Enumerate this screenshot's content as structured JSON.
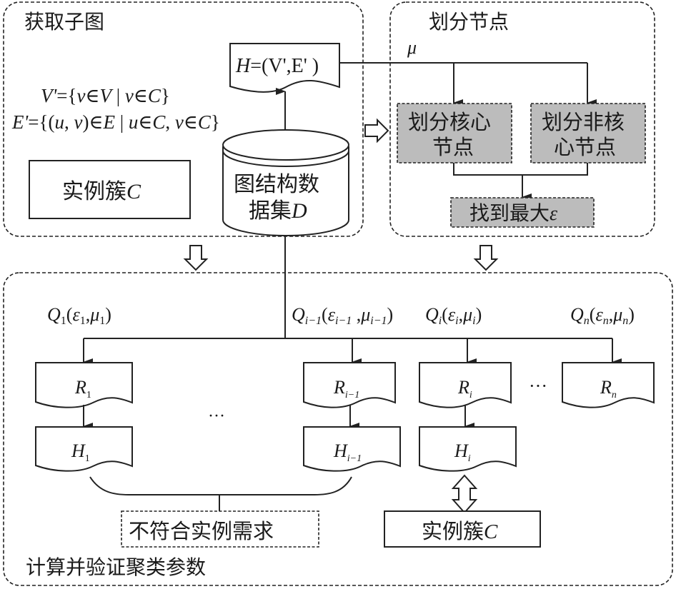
{
  "groups": {
    "get_subgraph": {
      "title": "获取子图"
    },
    "partition_nodes": {
      "title": "划分节点"
    },
    "compute_verify": {
      "title": "计算并验证聚类参数"
    }
  },
  "subgraph": {
    "doc_H": {
      "prefix": "H",
      "rest": "=(V',E' )"
    },
    "formula_v": {
      "lhs": "V'",
      "eq": "={",
      "v1": "v",
      "in1": "∈",
      "V": "V",
      "bar": " | ",
      "v2": "v",
      "in2": "∈",
      "C": "C",
      "close": "}"
    },
    "formula_e": {
      "lhs": "E'",
      "eq": "={(",
      "u": "u",
      "comma": ", ",
      "v": "v",
      "close1": ")∈",
      "E": "E",
      "bar": " | ",
      "u2": "u",
      "in2": "∈",
      "C1": "C",
      "comma2": ", ",
      "v2": "v",
      "in3": "∈",
      "C2": "C",
      "close": "}"
    },
    "instance_cluster": {
      "cn": "实例簇",
      "var": "C"
    },
    "dataset": {
      "line1": "图结构数",
      "line2_cn": "据集",
      "line2_var": "D"
    }
  },
  "partition": {
    "mu_label": "μ",
    "core": {
      "line1": "划分核心",
      "line2": "节点"
    },
    "noncore": {
      "line1": "划分非核",
      "line2": "心节点"
    },
    "find_max": {
      "cn": "找到最大",
      "var": "ε"
    }
  },
  "compute": {
    "params": [
      {
        "Q": "Q",
        "sub": "1",
        "eps": "ε",
        "eps_sub": "1",
        "mu": "μ",
        "mu_sub": "1"
      },
      {
        "Q": "Q",
        "sub": "i−1",
        "eps": "ε",
        "eps_sub": "i−1",
        "mu": "μ",
        "mu_sub": "i−1"
      },
      {
        "Q": "Q",
        "sub": "i",
        "eps": "ε",
        "eps_sub": "i",
        "mu": "μ",
        "mu_sub": "i"
      },
      {
        "Q": "Q",
        "sub": "n",
        "eps": "ε",
        "eps_sub": "n",
        "mu": "μ",
        "mu_sub": "n"
      }
    ],
    "results": [
      {
        "R": "R",
        "sub": "1"
      },
      {
        "R": "R",
        "sub": "i−1"
      },
      {
        "R": "R",
        "sub": "i"
      },
      {
        "R": "R",
        "sub": "n"
      }
    ],
    "subgraphs": [
      {
        "H": "H",
        "sub": "1"
      },
      {
        "H": "H",
        "sub": "i−1"
      },
      {
        "H": "H",
        "sub": "i"
      }
    ],
    "ellipsis_top": "···",
    "ellipsis_mid": "···",
    "not_meet": "不符合实例需求",
    "instance_cluster": {
      "cn": "实例簇",
      "var": "C"
    }
  }
}
